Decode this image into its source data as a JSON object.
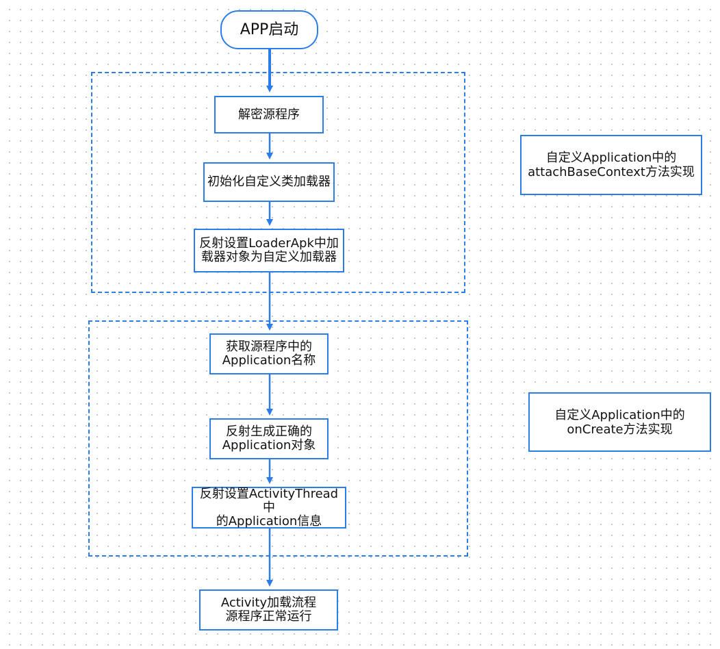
{
  "nodes": {
    "start": "APP启动",
    "decrypt": "解密源程序",
    "init_loader": "初始化自定义类加载器",
    "reflect_loader": "反射设置LoaderApk中加\n载器对象为自定义加载器",
    "get_app_name": "获取源程序中的\nApplication名称",
    "reflect_create": "反射生成正确的\nApplication对象",
    "reflect_set": "反射设置ActivityThread中\n的Application信息",
    "end": "Activity加载流程\n源程序正常运行"
  },
  "notes": {
    "attach": "自定义Application中的\nattachBaseContext方法实现",
    "oncreate": "自定义Application中的\nonCreate方法实现"
  },
  "colors": {
    "accent": "#2b7de9",
    "text": "#111111",
    "grid_dot": "#c8c8c8"
  }
}
